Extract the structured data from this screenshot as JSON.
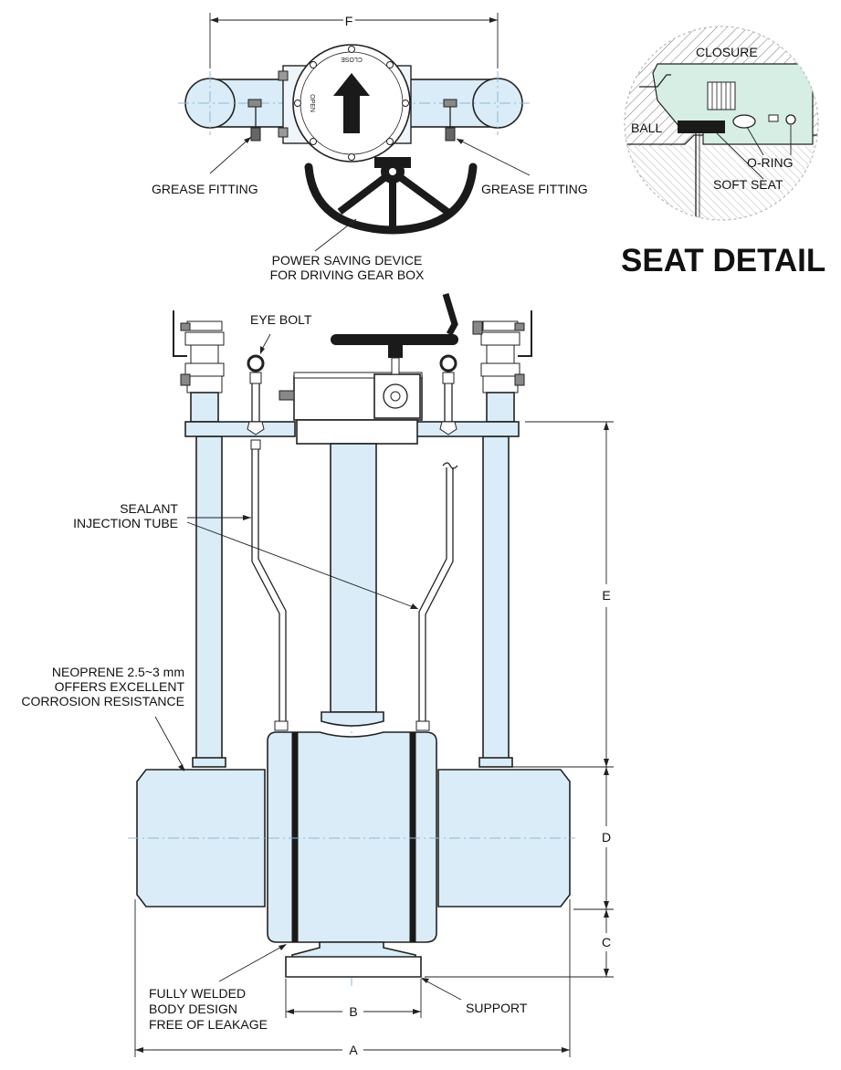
{
  "labels": {
    "dim_f": "F",
    "close": "CLOSE",
    "open": "OPEN",
    "grease_left": "GREASE FITTING",
    "grease_right": "GREASE FITTING",
    "power_saving_1": "POWER SAVING DEVICE",
    "power_saving_2": "FOR DRIVING GEAR BOX",
    "eye_bolt": "EYE BOLT",
    "sealant_1": "SEALANT",
    "sealant_2": "INJECTION TUBE",
    "neoprene_1": "NEOPRENE 2.5~3 mm",
    "neoprene_2": "OFFERS EXCELLENT",
    "neoprene_3": "CORROSION RESISTANCE",
    "welded_1": "FULLY WELDED",
    "welded_2": "BODY DESIGN",
    "welded_3": "FREE OF LEAKAGE",
    "support": "SUPPORT",
    "dim_a": "A",
    "dim_b": "B",
    "dim_c": "C",
    "dim_d": "D",
    "dim_e": "E"
  },
  "seat_detail": {
    "title": "SEAT DETAIL",
    "closure": "CLOSURE",
    "ball": "BALL",
    "o_ring": "O-RING",
    "soft_seat": "SOFT SEAT"
  }
}
